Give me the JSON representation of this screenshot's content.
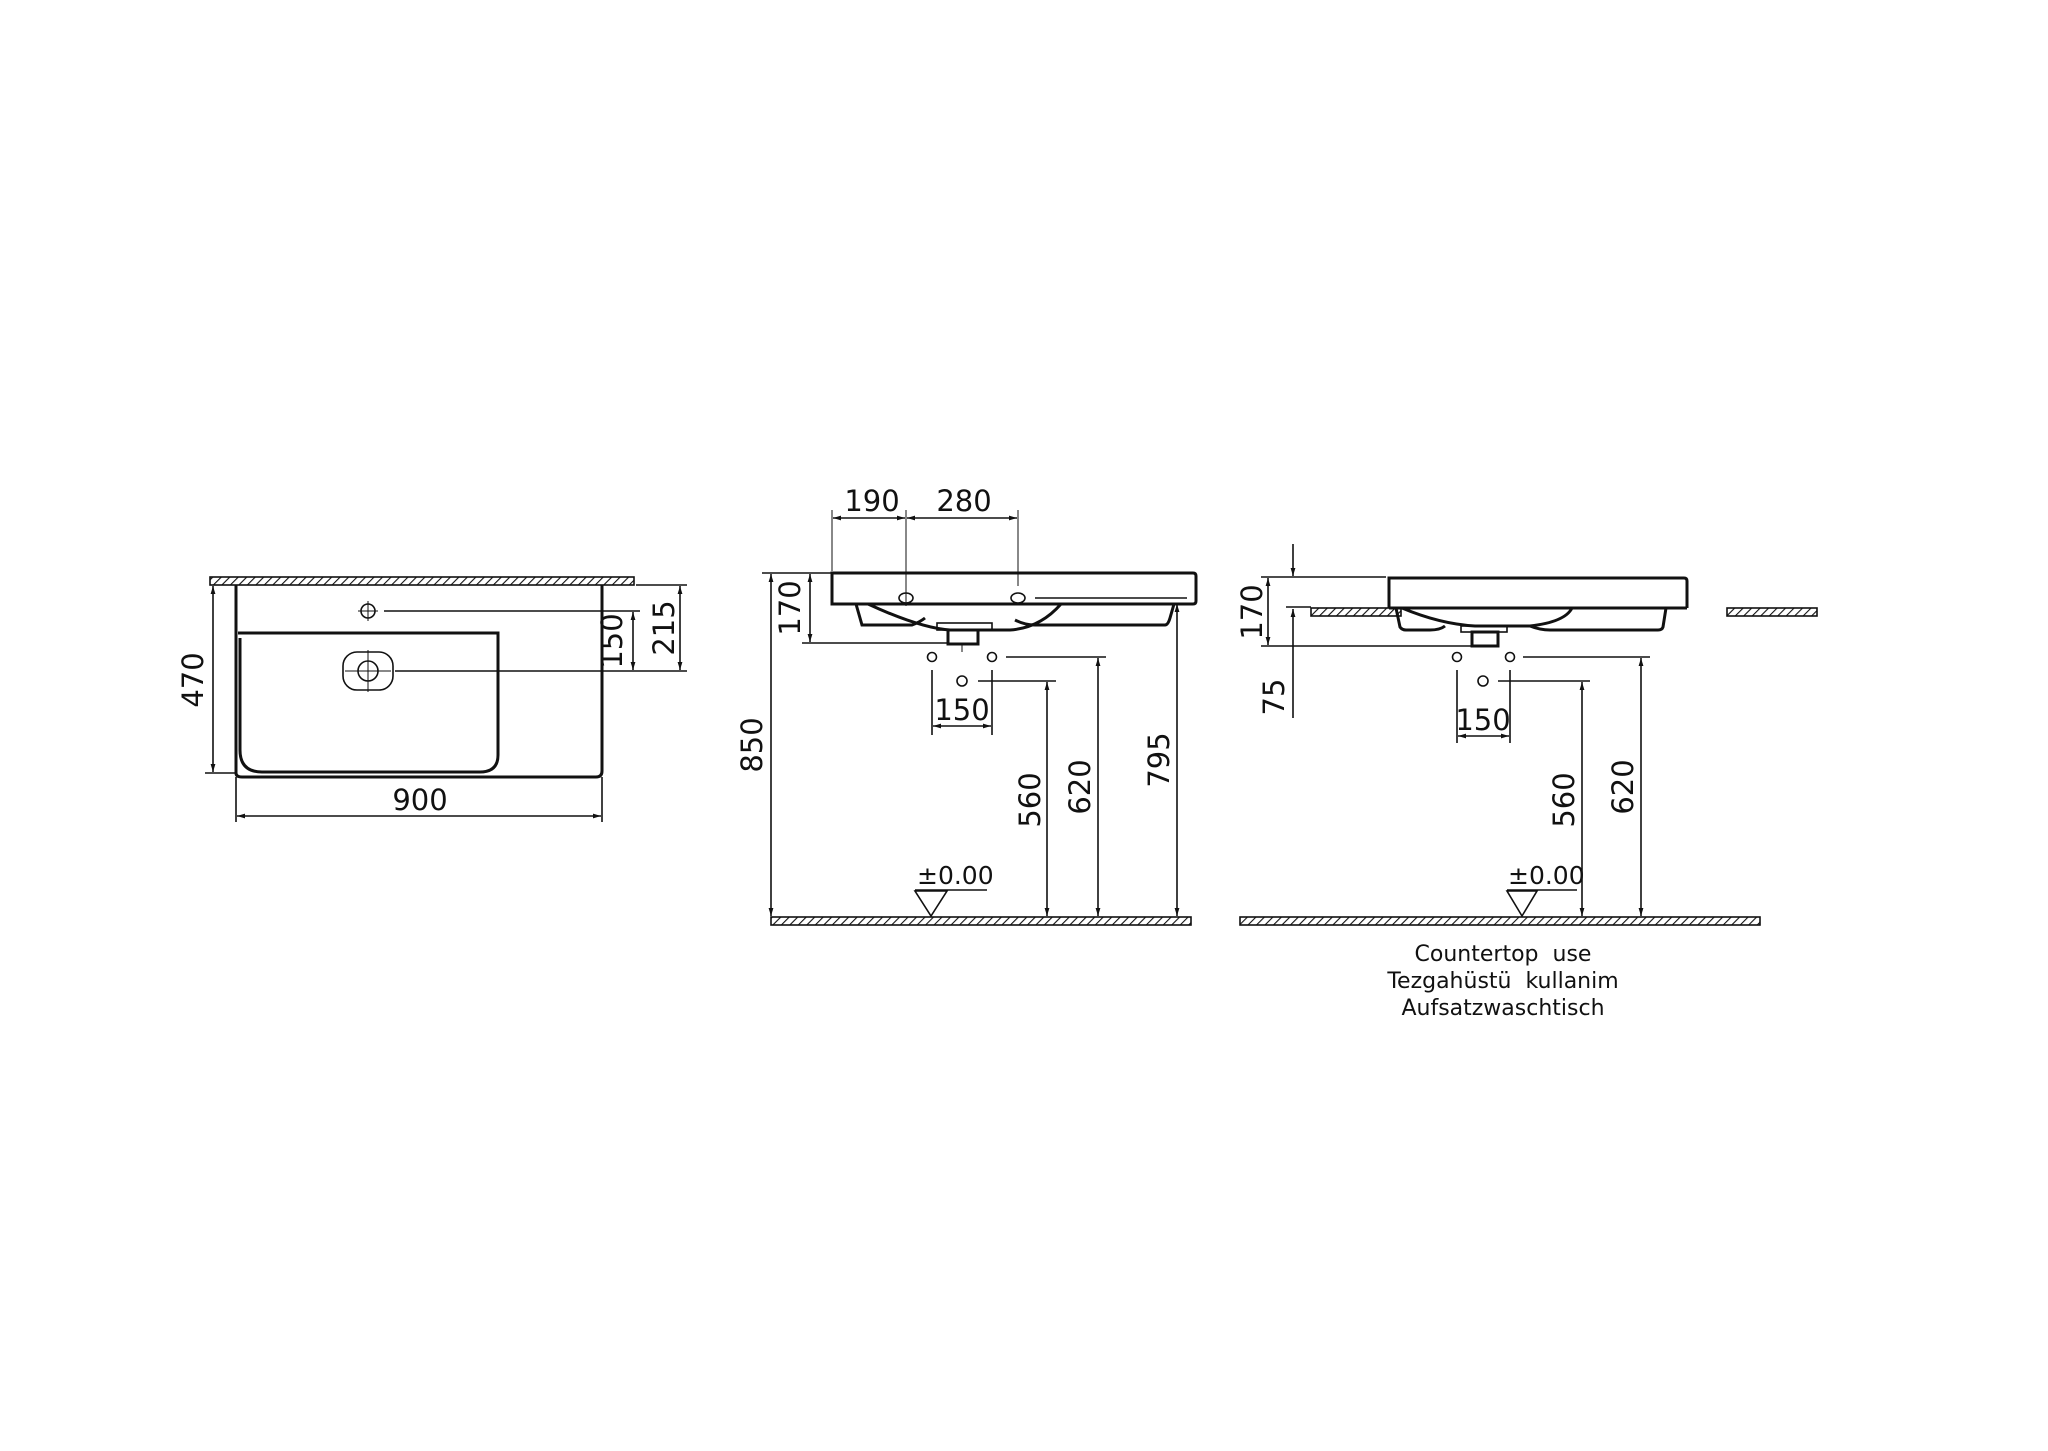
{
  "drawing": {
    "type": "technical dimension drawing",
    "subject": "washbasin 900 mm",
    "units": "mm",
    "colors": {
      "line": "#111111",
      "background": "#ffffff",
      "hatch": "#111111"
    }
  },
  "views": {
    "top": {
      "width": "900",
      "depth": "470",
      "tap_to_waste": "150",
      "wall_to_waste": "215"
    },
    "wall_hung": {
      "tap_hole_1": "190",
      "tap_hole_spacing": "280",
      "basin_height": "170",
      "rim_height": "850",
      "overflow_height": "795",
      "supply_height": "620",
      "waste_height": "560",
      "supply_spacing": "150",
      "floor_level": "±0.00"
    },
    "countertop": {
      "basin_height": "170",
      "below_counter": "75",
      "supply_height": "620",
      "waste_height": "560",
      "supply_spacing": "150",
      "floor_level": "±0.00",
      "caption": [
        "Countertop  use",
        "Tezgahüstü  kullanim",
        "Aufsatzwaschtisch"
      ]
    }
  }
}
